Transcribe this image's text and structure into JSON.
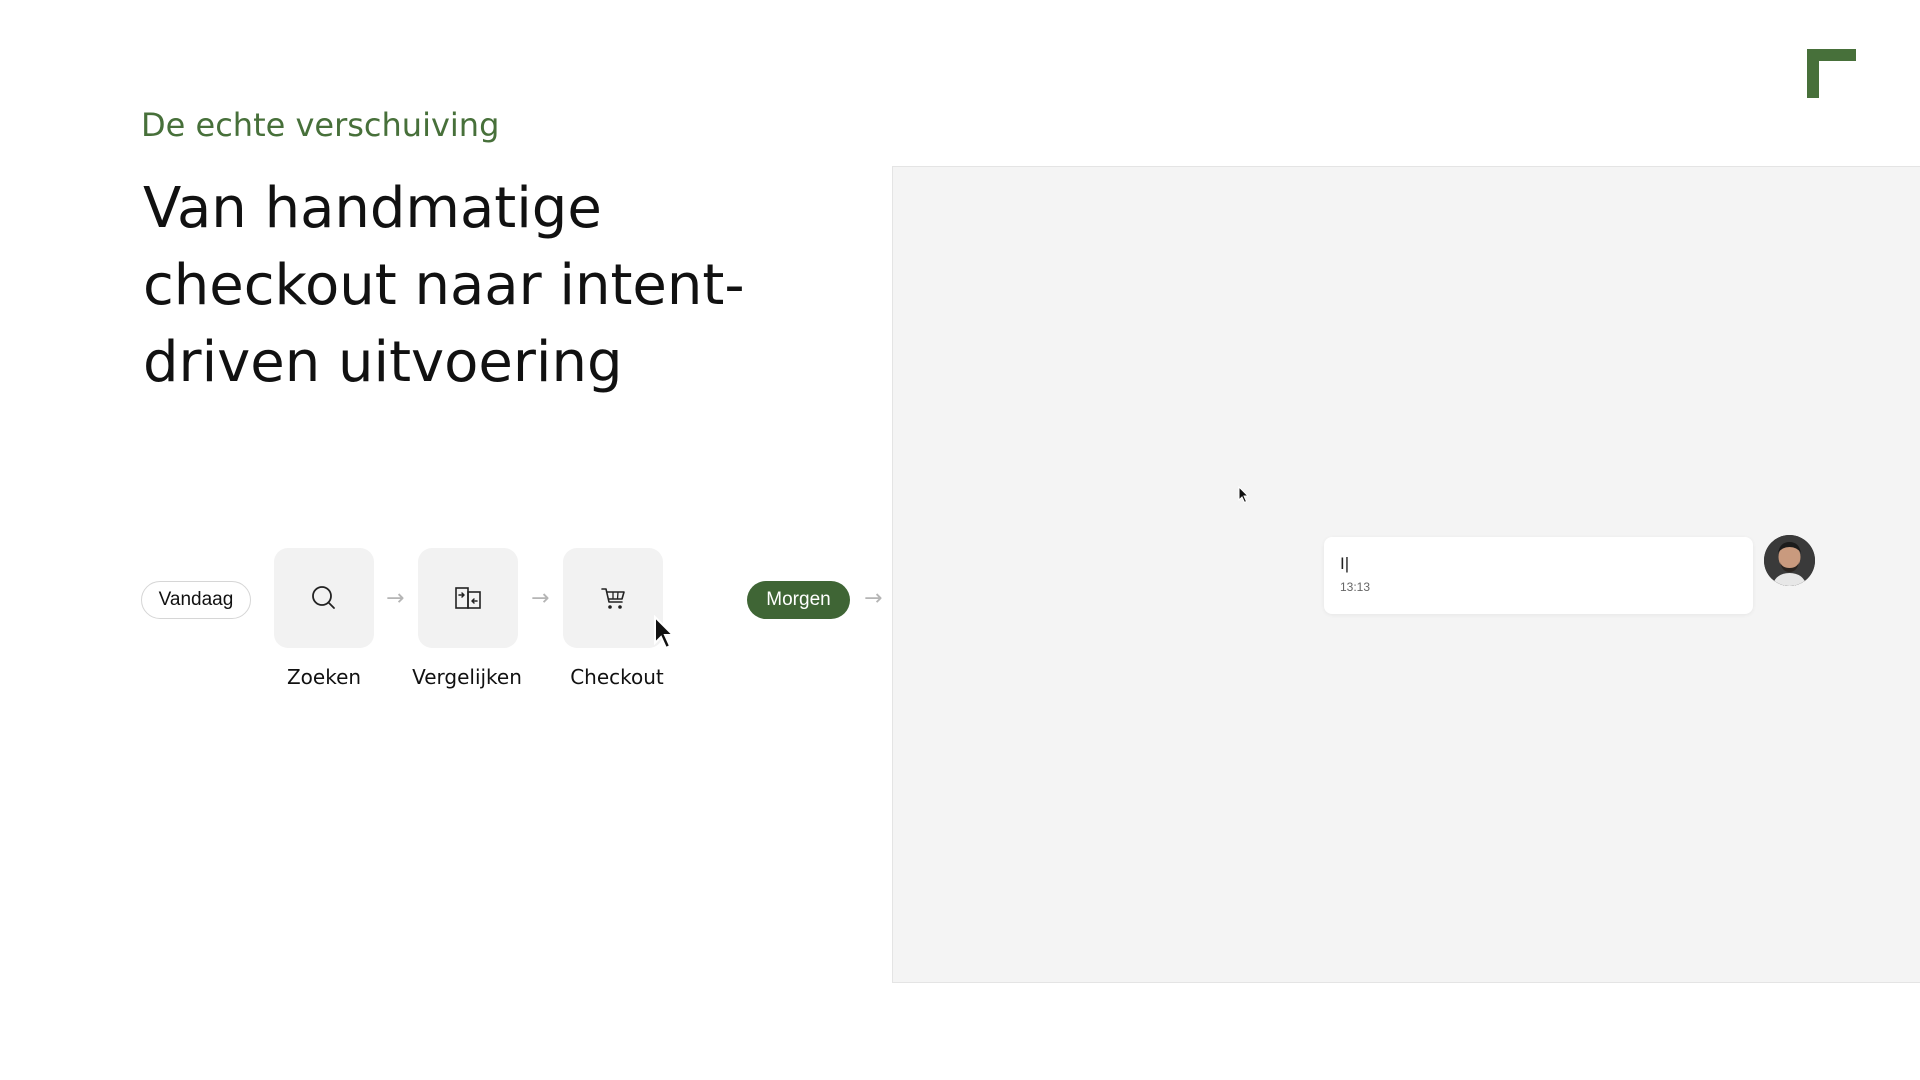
{
  "brand": {
    "accent_color": "#47703a",
    "tomorrow_pill_color": "#3f6535"
  },
  "slide": {
    "eyebrow": "De echte verschuiving",
    "headline_lines": [
      "Van handmatige",
      "checkout naar intent-",
      "driven uitvoering"
    ]
  },
  "flow": {
    "today_label": "Vandaag",
    "tomorrow_label": "Morgen",
    "arrow_glyph": "→",
    "steps": [
      {
        "label": "Zoeken",
        "icon": "search-icon"
      },
      {
        "label": "Vergelijken",
        "icon": "compare-icon"
      },
      {
        "label": "Checkout",
        "icon": "cart-icon"
      }
    ]
  },
  "chat": {
    "message_text": "I|",
    "timestamp": "13:13",
    "avatar_icon": "user-avatar"
  }
}
